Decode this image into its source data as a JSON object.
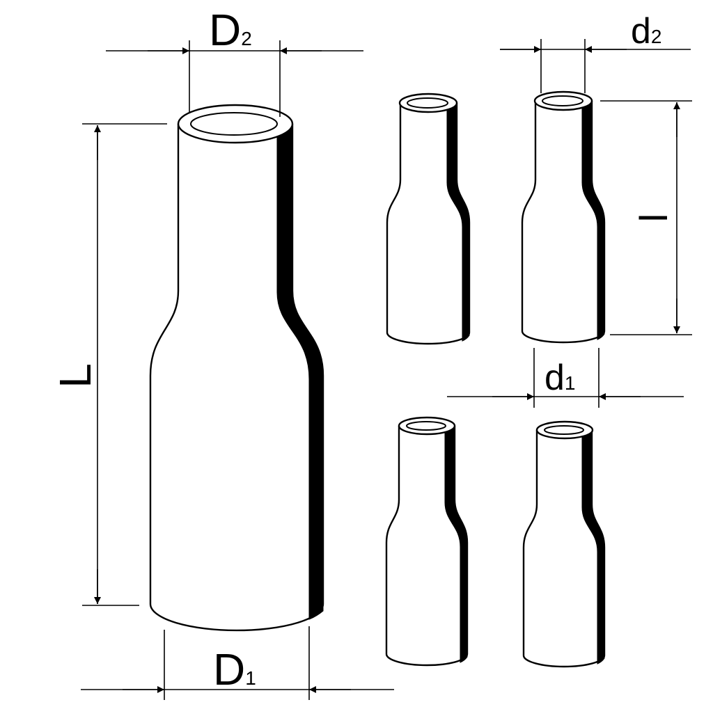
{
  "diagram": {
    "labels": {
      "D2": {
        "main": "D",
        "sub": "2"
      },
      "D1": {
        "main": "D",
        "sub": "1"
      },
      "L": {
        "main": "L"
      },
      "d2": {
        "main": "d",
        "sub": "2"
      },
      "d1": {
        "main": "d",
        "sub": "1"
      },
      "l": {
        "main": "l"
      }
    },
    "colors": {
      "ink": "#000000",
      "paper": "#ffffff"
    }
  }
}
